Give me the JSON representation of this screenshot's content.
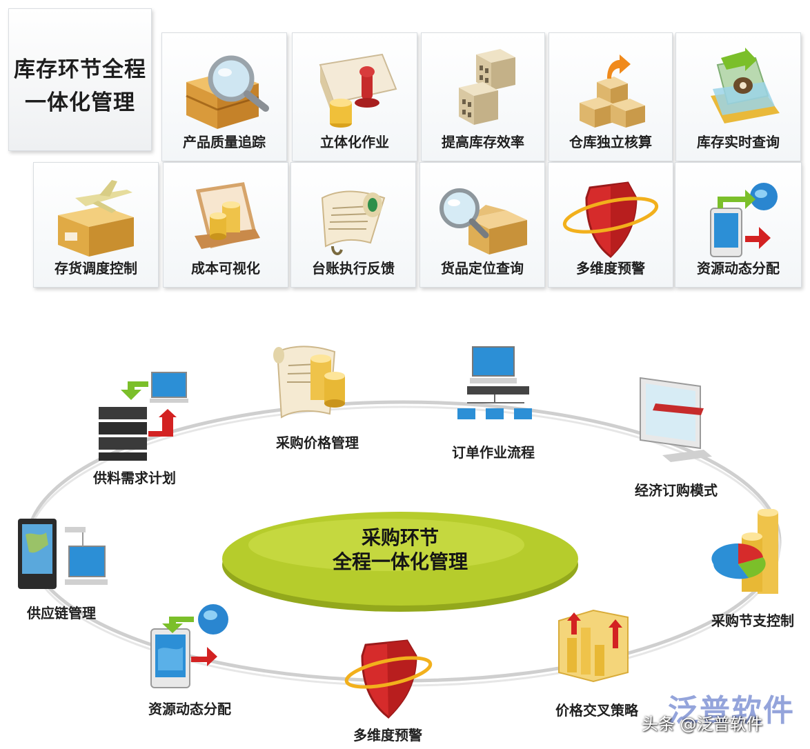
{
  "title_panel": {
    "line1": "库存环节全程",
    "line2": "一体化管理"
  },
  "top_row": [
    {
      "label": "产品质量追踪",
      "icon": "crate-magnifier-icon"
    },
    {
      "label": "立体化作业",
      "icon": "stamp-coins-icon"
    },
    {
      "label": "提高库存效率",
      "icon": "building-blocks-icon"
    },
    {
      "label": "仓库独立核算",
      "icon": "boxes-arrow-icon"
    },
    {
      "label": "库存实时查询",
      "icon": "folder-camera-icon"
    }
  ],
  "bottom_row": [
    {
      "label": "存货调度控制",
      "icon": "box-plane-icon"
    },
    {
      "label": "成本可视化",
      "icon": "coins-frame-icon"
    },
    {
      "label": "台账执行反馈",
      "icon": "scroll-pen-icon"
    },
    {
      "label": "货品定位查询",
      "icon": "box-magnifier-icon"
    },
    {
      "label": "多维度预警",
      "icon": "shield-icon"
    },
    {
      "label": "资源动态分配",
      "icon": "device-globe-icon"
    }
  ],
  "cycle": {
    "center_line1": "采购环节",
    "center_line2": "全程一体化管理",
    "nodes": [
      {
        "label": "供料需求计划",
        "icon": "server-monitor-icon"
      },
      {
        "label": "采购价格管理",
        "icon": "scroll-coins-icon"
      },
      {
        "label": "订单作业流程",
        "icon": "network-icon"
      },
      {
        "label": "经济订购模式",
        "icon": "monitor-icon"
      },
      {
        "label": "供应链管理",
        "icon": "device-map-icon"
      },
      {
        "label": "采购节支控制",
        "icon": "pie-coins-icon"
      },
      {
        "label": "资源动态分配",
        "icon": "device-globe-icon"
      },
      {
        "label": "多维度预警",
        "icon": "shield-icon"
      },
      {
        "label": "价格交叉策略",
        "icon": "bar-chart-icon"
      }
    ]
  },
  "watermark": "泛普软件",
  "attribution": "头条 @泛普软件",
  "colors": {
    "ellipse_fill": "#b6cc2c",
    "ring": "#c8c8c8",
    "shield_red": "#d62b2b",
    "arrow_green": "#7bbf2a",
    "screen_blue": "#1e7ad4"
  }
}
